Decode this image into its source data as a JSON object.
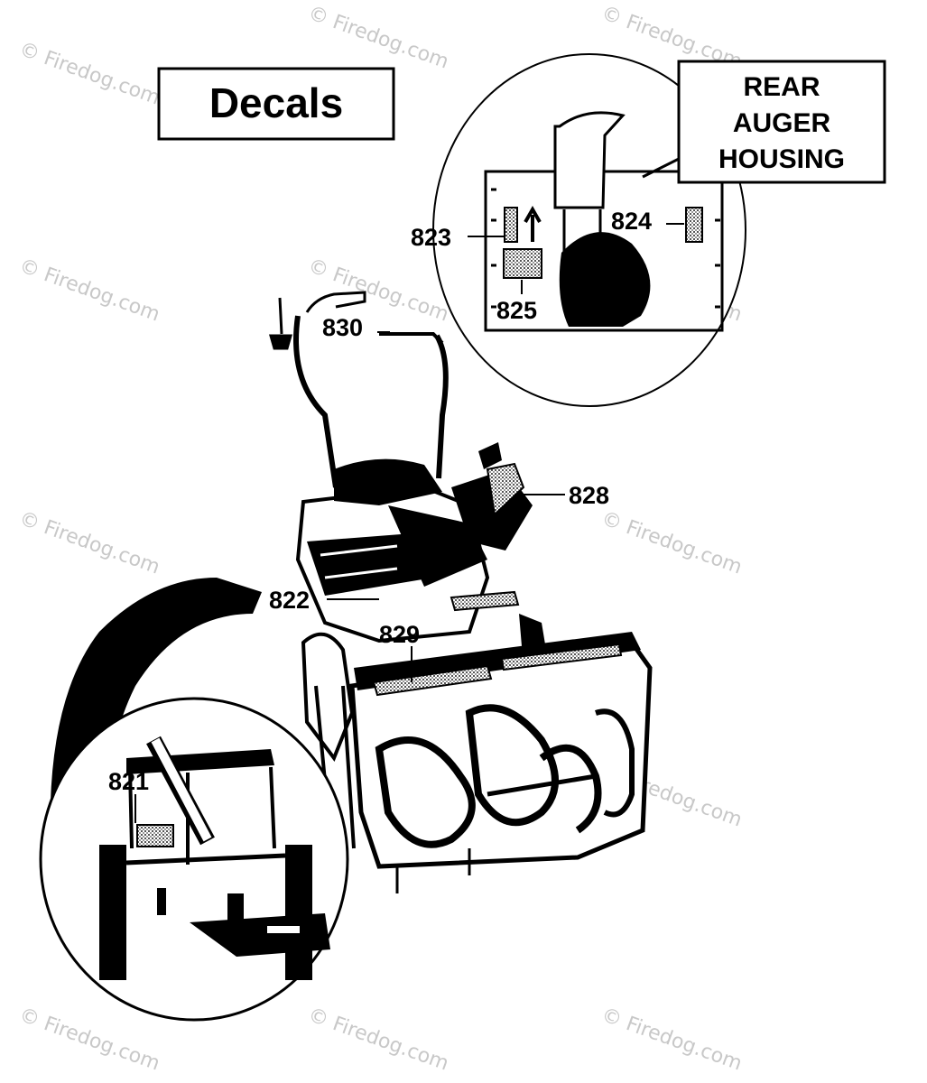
{
  "title": "Decals",
  "inset_label": {
    "line1": "REAR",
    "line2": "AUGER",
    "line3": "HOUSING"
  },
  "callouts": {
    "c821": "821",
    "c822": "822",
    "c823": "823",
    "c824": "824",
    "c825": "825",
    "c828": "828",
    "c829": "829",
    "c830": "830"
  },
  "watermark": "© Firedog.com",
  "colors": {
    "ink": "#000000",
    "paper": "#ffffff",
    "watermark": "#c8c8c8",
    "decal_fill": "#d8d8d8"
  }
}
